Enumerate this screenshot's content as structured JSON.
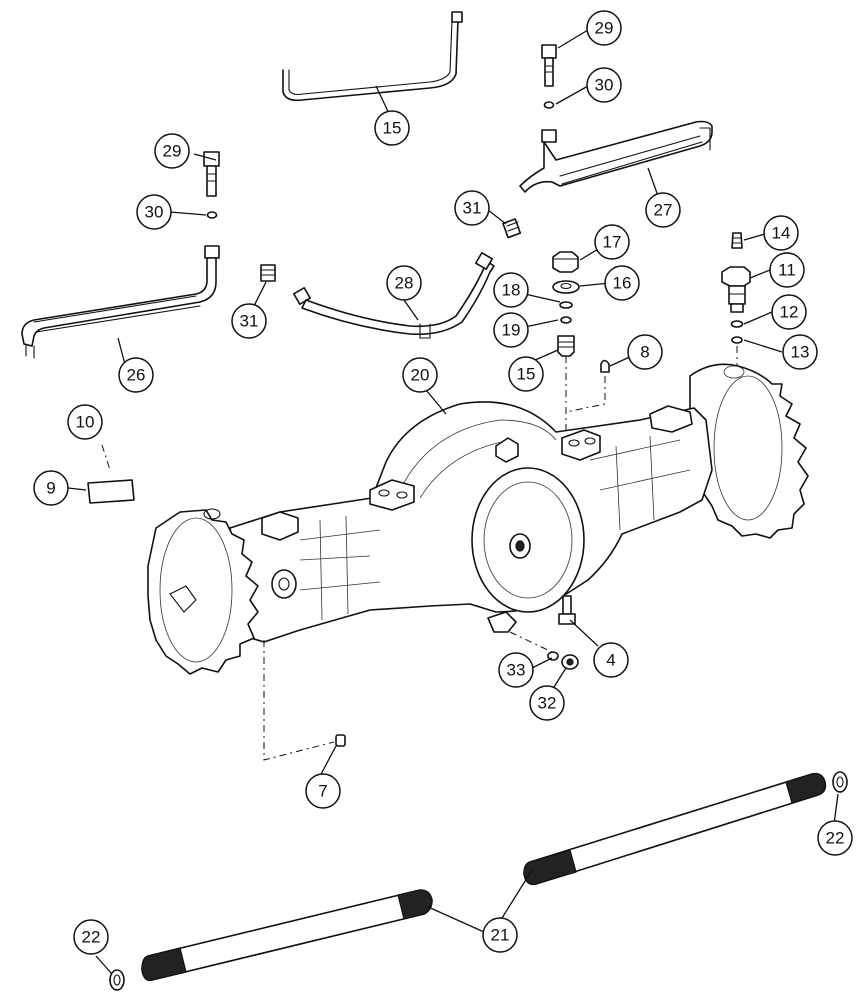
{
  "diagram": {
    "callouts": {
      "c29a": "29",
      "c30a": "30",
      "c15a": "15",
      "c29b": "29",
      "c30b": "30",
      "c27": "27",
      "c31a": "31",
      "c17": "17",
      "c14": "14",
      "c11": "11",
      "c18": "18",
      "c16": "16",
      "c12": "12",
      "c19": "19",
      "c13": "13",
      "c28": "28",
      "c31b": "31",
      "c26": "26",
      "c15b": "15",
      "c8": "8",
      "c20": "20",
      "c10": "10",
      "c9": "9",
      "c4": "4",
      "c33": "33",
      "c32": "32",
      "c7": "7",
      "c22a": "22",
      "c21": "21",
      "c22b": "22"
    }
  }
}
